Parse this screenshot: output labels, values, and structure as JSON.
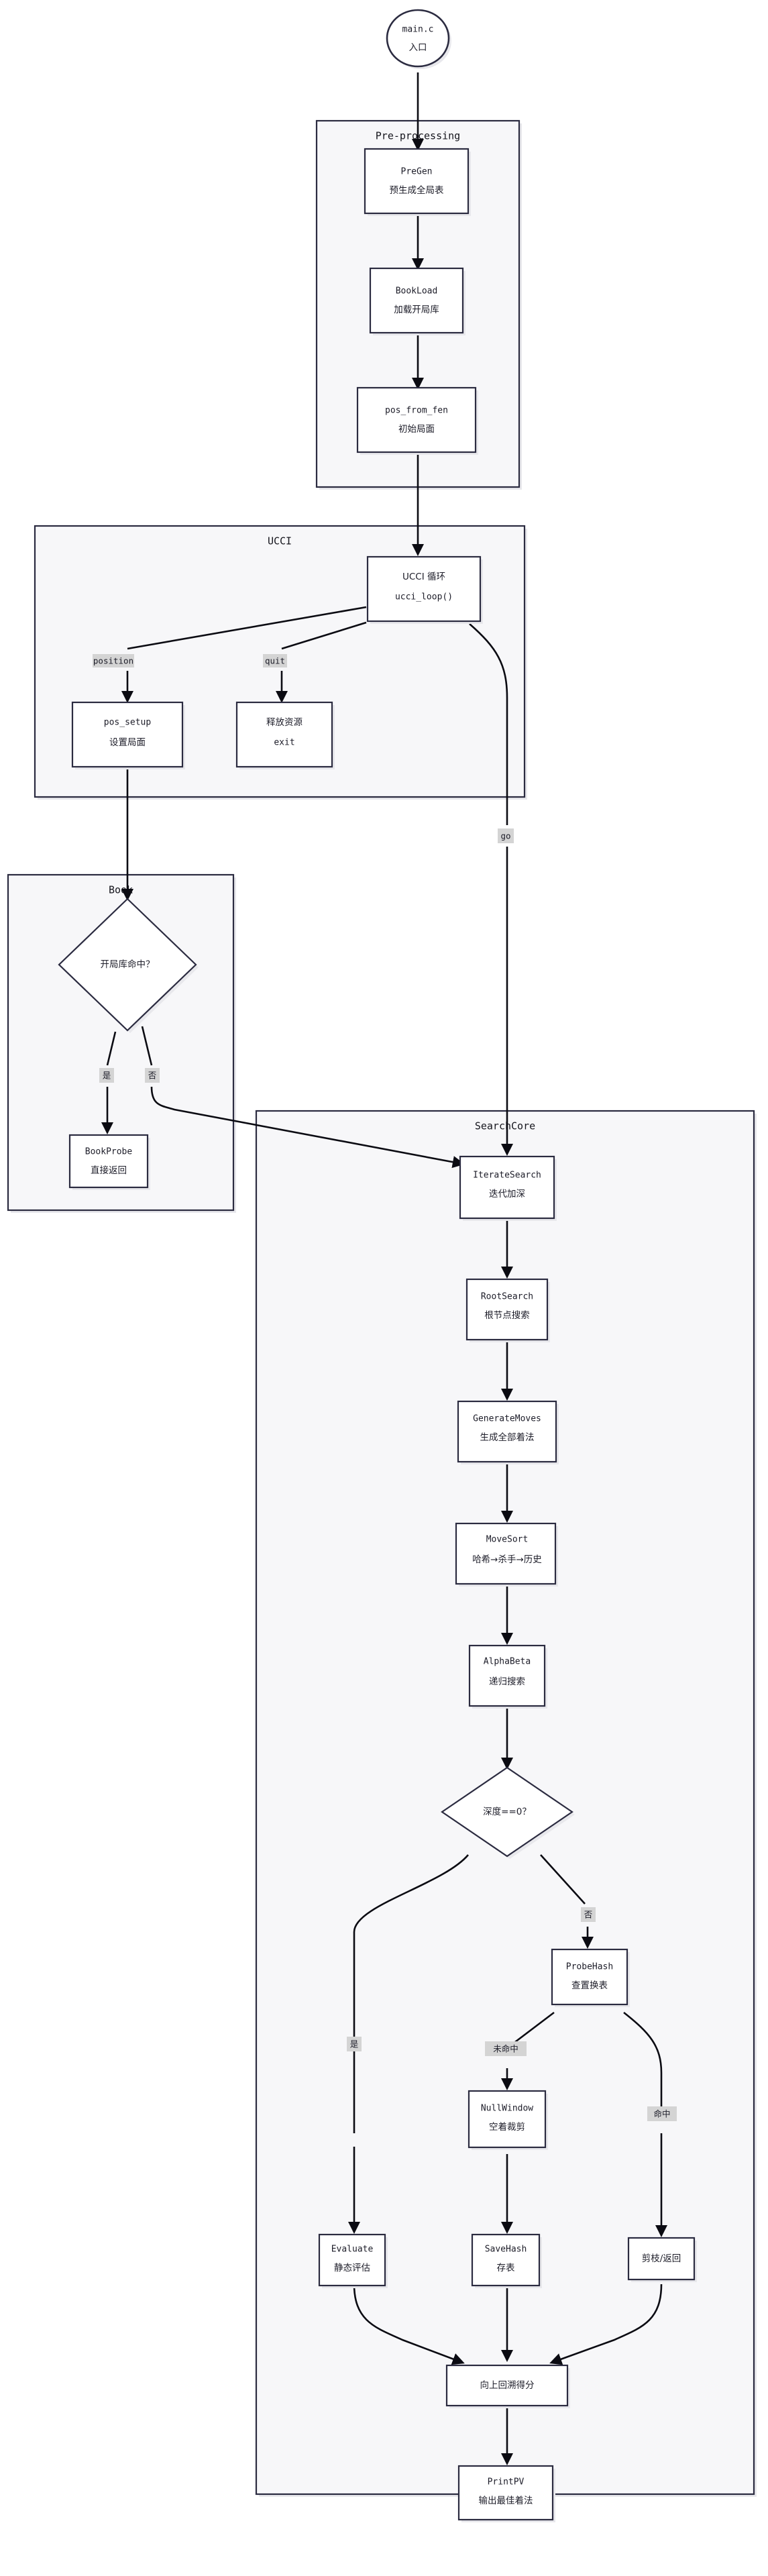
{
  "diagram": {
    "type": "flowchart",
    "direction": "top-down",
    "title_present": false,
    "theme": {
      "node_fill": "#ffffff",
      "node_stroke": "#2b2b40",
      "subgraph_fill": "#f7f7f9",
      "subgraph_stroke": "#2b2b40",
      "edge_stroke": "#0b0b12",
      "edge_label_bg": "#d4d4d4",
      "text_color": "#1c1c28",
      "shadow": "#e8e8ec"
    }
  },
  "subgraphs": [
    {
      "id": "preprocessing",
      "label": "Pre-processing"
    },
    {
      "id": "ucci",
      "label": "UCCI"
    },
    {
      "id": "book",
      "label": "Book"
    },
    {
      "id": "searchcore",
      "label": "SearchCore"
    }
  ],
  "nodes": [
    {
      "id": "start",
      "shape": "ellipse",
      "line1": "main.c",
      "line2": "入口",
      "subgraph": null
    },
    {
      "id": "pregen",
      "shape": "rect",
      "line1": "PreGen",
      "line2": "预生成全局表",
      "subgraph": "preprocessing"
    },
    {
      "id": "bookload",
      "shape": "rect",
      "line1": "BookLoad",
      "line2": "加载开局库",
      "subgraph": "preprocessing"
    },
    {
      "id": "posfromfen",
      "shape": "rect",
      "line1": "pos_from_fen",
      "line2": "初始局面",
      "subgraph": "preprocessing"
    },
    {
      "id": "ucciloop",
      "shape": "rect",
      "line1": "UCCI 循环",
      "line2": "ucci_loop()",
      "subgraph": "ucci"
    },
    {
      "id": "possetup",
      "shape": "rect",
      "line1": "pos_setup",
      "line2": "设置局面",
      "subgraph": "ucci"
    },
    {
      "id": "exitnode",
      "shape": "rect",
      "line1": "释放资源",
      "line2": "exit",
      "subgraph": "ucci"
    },
    {
      "id": "bookhit",
      "shape": "diamond",
      "line1": "开局库命中？",
      "line2": "",
      "subgraph": "book"
    },
    {
      "id": "bookprobe",
      "shape": "rect",
      "line1": "BookProbe",
      "line2": "直接返回",
      "subgraph": "book"
    },
    {
      "id": "iteratesearch",
      "shape": "rect",
      "line1": "IterateSearch",
      "line2": "迭代加深",
      "subgraph": "searchcore"
    },
    {
      "id": "rootsearch",
      "shape": "rect",
      "line1": "RootSearch",
      "line2": "根节点搜索",
      "subgraph": "searchcore"
    },
    {
      "id": "generatemoves",
      "shape": "rect",
      "line1": "GenerateMoves",
      "line2": "生成全部着法",
      "subgraph": "searchcore"
    },
    {
      "id": "movesort",
      "shape": "rect",
      "line1": "MoveSort",
      "line2": "哈希→杀手→历史",
      "subgraph": "searchcore"
    },
    {
      "id": "alphabeta",
      "shape": "rect",
      "line1": "AlphaBeta",
      "line2": "递归搜索",
      "subgraph": "searchcore"
    },
    {
      "id": "depthzero",
      "shape": "diamond",
      "line1": "深度==0？",
      "line2": "",
      "subgraph": "searchcore"
    },
    {
      "id": "probehash",
      "shape": "rect",
      "line1": "ProbeHash",
      "line2": "查置换表",
      "subgraph": "searchcore"
    },
    {
      "id": "nullwindow",
      "shape": "rect",
      "line1": "NullWindow",
      "line2": "空着裁剪",
      "subgraph": "searchcore"
    },
    {
      "id": "evaluate",
      "shape": "rect",
      "line1": "Evaluate",
      "line2": "静态评估",
      "subgraph": "searchcore"
    },
    {
      "id": "savehash",
      "shape": "rect",
      "line1": "SaveHash",
      "line2": "存表",
      "subgraph": "searchcore"
    },
    {
      "id": "cutreturn",
      "shape": "rect",
      "line1": "剪枝/返回",
      "line2": "",
      "subgraph": "searchcore"
    },
    {
      "id": "backup",
      "shape": "rect",
      "line1": "向上回溯得分",
      "line2": "",
      "subgraph": "searchcore"
    },
    {
      "id": "printpv",
      "shape": "rect",
      "line1": "PrintPV",
      "line2": "输出最佳着法",
      "subgraph": "searchcore"
    }
  ],
  "edges": [
    {
      "from": "start",
      "to": "pregen",
      "label": ""
    },
    {
      "from": "pregen",
      "to": "bookload",
      "label": ""
    },
    {
      "from": "bookload",
      "to": "posfromfen",
      "label": ""
    },
    {
      "from": "posfromfen",
      "to": "ucciloop",
      "label": ""
    },
    {
      "from": "ucciloop",
      "to": "possetup",
      "label": "position"
    },
    {
      "from": "ucciloop",
      "to": "exitnode",
      "label": "quit"
    },
    {
      "from": "ucciloop",
      "to": "iteratesearch",
      "label": "go"
    },
    {
      "from": "possetup",
      "to": "bookhit",
      "label": ""
    },
    {
      "from": "bookhit",
      "to": "bookprobe",
      "label": "是"
    },
    {
      "from": "bookhit",
      "to": "iteratesearch",
      "label": "否"
    },
    {
      "from": "iteratesearch",
      "to": "rootsearch",
      "label": ""
    },
    {
      "from": "rootsearch",
      "to": "generatemoves",
      "label": ""
    },
    {
      "from": "generatemoves",
      "to": "movesort",
      "label": ""
    },
    {
      "from": "movesort",
      "to": "alphabeta",
      "label": ""
    },
    {
      "from": "alphabeta",
      "to": "depthzero",
      "label": ""
    },
    {
      "from": "depthzero",
      "to": "evaluate",
      "label": "是"
    },
    {
      "from": "depthzero",
      "to": "probehash",
      "label": "否"
    },
    {
      "from": "probehash",
      "to": "nullwindow",
      "label": "未命中"
    },
    {
      "from": "probehash",
      "to": "cutreturn",
      "label": "命中"
    },
    {
      "from": "nullwindow",
      "to": "savehash",
      "label": ""
    },
    {
      "from": "evaluate",
      "to": "backup",
      "label": ""
    },
    {
      "from": "savehash",
      "to": "backup",
      "label": ""
    },
    {
      "from": "cutreturn",
      "to": "backup",
      "label": ""
    },
    {
      "from": "backup",
      "to": "printpv",
      "label": ""
    }
  ]
}
